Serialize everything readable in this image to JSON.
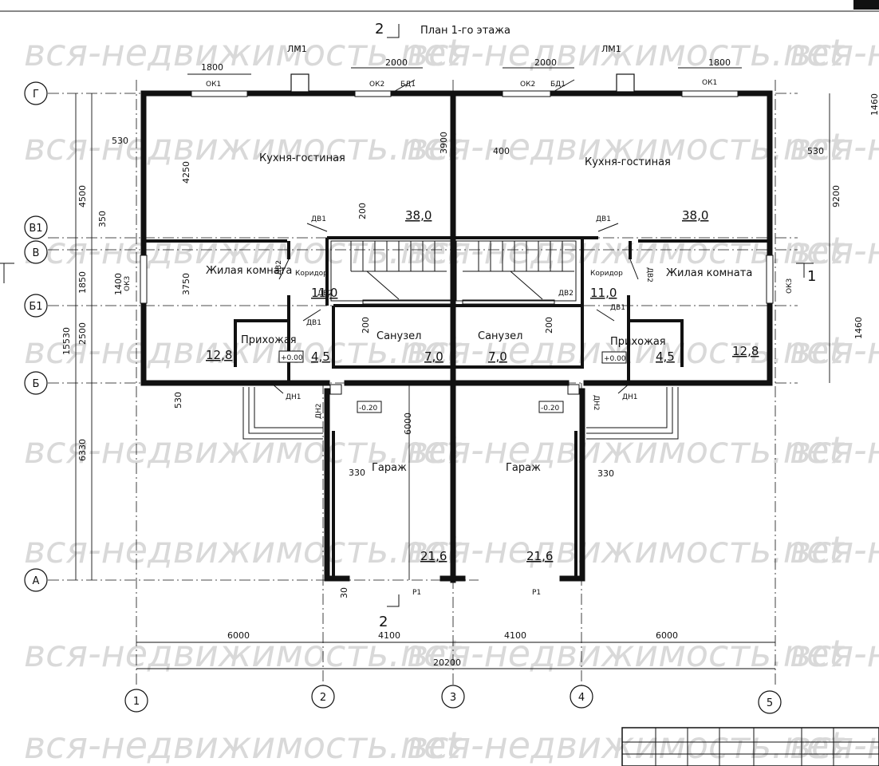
{
  "plan": {
    "title": "План 1-го этажа",
    "section_mark": "2",
    "section_mark_side": "1",
    "watermark": "вся-недвижимость.net",
    "axes_vertical": [
      "1",
      "2",
      "3",
      "4",
      "5"
    ],
    "axes_horizontal": [
      "Г",
      "В1",
      "В",
      "Б1",
      "Б",
      "А"
    ],
    "rooms": [
      {
        "name": "Кухня-гостиная",
        "area": "38,0"
      },
      {
        "name": "Кухня-гостиная",
        "area": "38,0"
      },
      {
        "name": "Жилая комната",
        "area": "12,8"
      },
      {
        "name": "Жилая комната",
        "area": "12,8"
      },
      {
        "name": "Коридор",
        "area": "11,0"
      },
      {
        "name": "Коридор",
        "area": "11,0"
      },
      {
        "name": "Прихожая",
        "area": "4,5"
      },
      {
        "name": "Прихожая",
        "area": "4,5"
      },
      {
        "name": "Санузел",
        "area": "7,0"
      },
      {
        "name": "Санузел",
        "area": "7,0"
      },
      {
        "name": "Гараж",
        "area": "21,6"
      },
      {
        "name": "Гараж",
        "area": "21,6"
      }
    ],
    "levels": [
      "+0.00",
      "-0.20"
    ],
    "marks": [
      "ЛМ1",
      "ОК1",
      "ОК2",
      "ОК3",
      "БД1",
      "ДВ1",
      "ДВ2",
      "ДН1",
      "ДН2",
      "Р1"
    ],
    "dims_bottom": [
      "6000",
      "4100",
      "4100",
      "6000"
    ],
    "dim_total_width": "20200",
    "dims_left": [
      "4500",
      "350",
      "1850",
      "2500",
      "530",
      "6330"
    ],
    "dim_total_height": "15530",
    "dim_right": "9200",
    "dims_top": [
      "1800",
      "2000",
      "2000",
      "1800"
    ],
    "dims_inner": [
      "4250",
      "3750",
      "3900",
      "200",
      "200",
      "200",
      "400",
      "530",
      "530",
      "1400",
      "6000",
      "330",
      "330",
      "30",
      "1460",
      "1460"
    ]
  }
}
